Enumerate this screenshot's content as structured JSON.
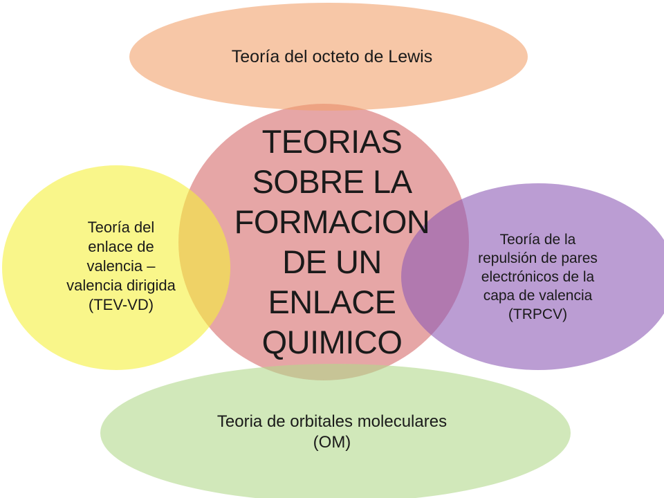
{
  "diagram": {
    "center": {
      "text": "TEORIAS\nSOBRE LA\nFORMACION\nDE UN\nENLACE\nQUIMICO",
      "color": "#d56a6a"
    },
    "nodes": [
      {
        "id": "top",
        "text": "Teoría del octeto de Lewis",
        "color": "#f2a26c"
      },
      {
        "id": "left",
        "text": "Teoría del\nenlace de\nvalencia –\nvalencia dirigida\n(TEV-VD)",
        "color": "#f5f03c"
      },
      {
        "id": "right",
        "text": "Teoría de la\nrepulsión de pares\nelectrónicos de la\ncapa de valencia\n(TRPCV)",
        "color": "#8e5cb5"
      },
      {
        "id": "bottom",
        "text": "Teoria de orbitales moleculares\n(OM)",
        "color": "#b3d98c"
      }
    ]
  }
}
